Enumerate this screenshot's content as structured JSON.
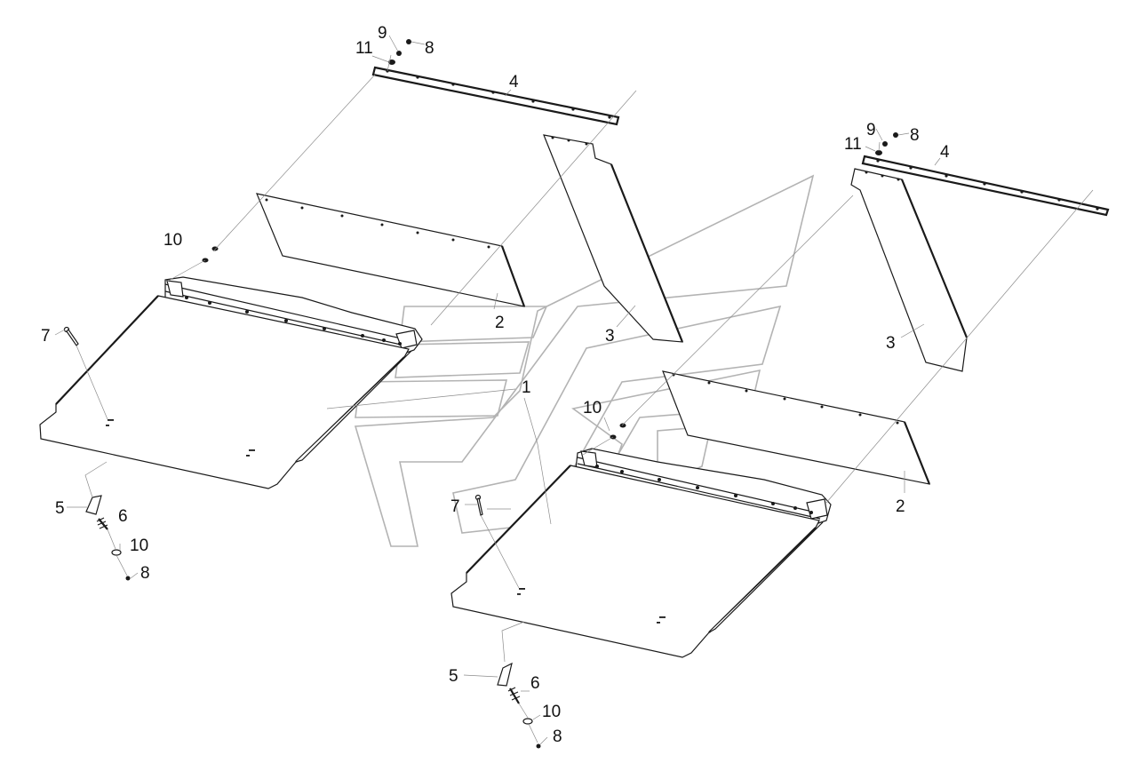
{
  "callouts": {
    "left": {
      "c9": "9",
      "c11": "11",
      "c8_top": "8",
      "c4": "4",
      "c10_top": "10",
      "c2": "2",
      "c3": "3",
      "c7": "7",
      "c1": "1",
      "c5": "5",
      "c6": "6",
      "c10_bottom": "10",
      "c8_bottom": "8"
    },
    "right": {
      "c9": "9",
      "c11": "11",
      "c8_top": "8",
      "c4": "4",
      "c3": "3",
      "c10_top": "10",
      "c2": "2",
      "c7": "7",
      "c5": "5",
      "c6": "6",
      "c10_bottom": "10",
      "c8_bottom": "8"
    }
  },
  "colors": {
    "line": "#1a1a1a",
    "leader": "#8c8c8c",
    "watermark": "#b3b3b3"
  }
}
